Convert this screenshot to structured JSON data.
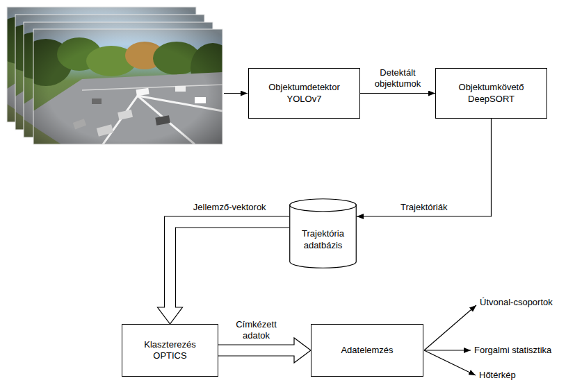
{
  "diagram": {
    "nodes": [
      {
        "text": [
          "Objektumdetektor YOLOv7"
        ]
      },
      {
        "text": [
          "Objektumkövető DeepSORT"
        ]
      },
      {
        "text": [
          "Trajektória adatbázis"
        ]
      },
      {
        "text": [
          "Klaszterezés OPTICS"
        ]
      },
      {
        "text": [
          "Adatelemzés"
        ]
      }
    ],
    "edges": [
      {
        "from": 0,
        "to": 1,
        "label": "Detektált objektumok",
        "arrow": "to"
      },
      {
        "from": 1,
        "to": 2,
        "label": "Trajektóriák",
        "arrow": "to"
      },
      {
        "from": 2,
        "to": 3,
        "label": "Jellemző-vektorok",
        "arrow": "to"
      },
      {
        "from": 3,
        "to": 4,
        "label": "Címkézett adatok",
        "arrow": "to"
      }
    ],
    "labels": [
      "Útvonal-csoportok",
      "Forgalmi statisztika",
      "Hőtérkép"
    ]
  }
}
